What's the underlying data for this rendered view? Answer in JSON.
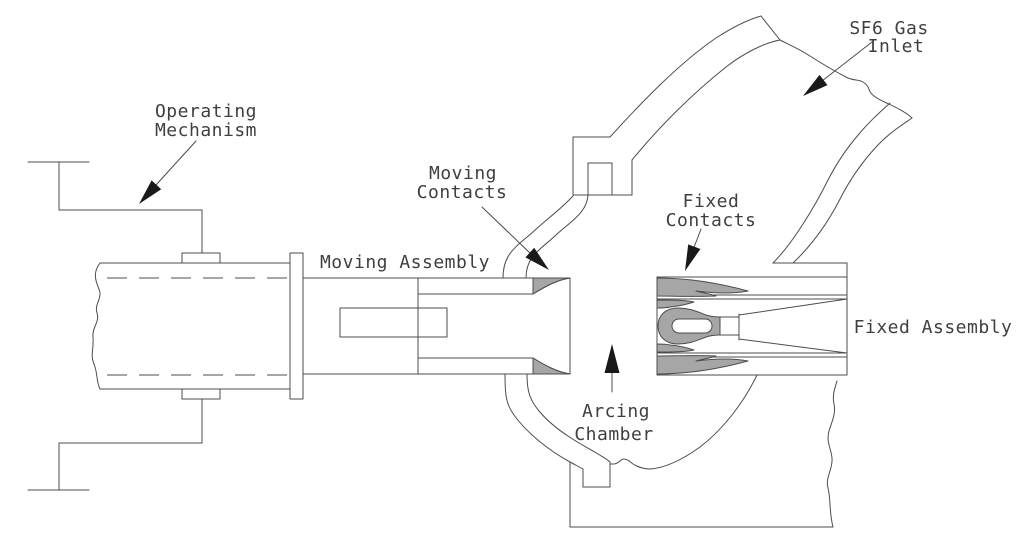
{
  "diagram": {
    "description": "Cross-section diagram of an SF6 gas circuit breaker interrupter",
    "colors": {
      "background": "#ffffff",
      "line": "#4d4d4d",
      "text": "#3f3f3f",
      "contact_fill": "#a6a6a6",
      "arrow_fill": "#1a1a1a"
    },
    "labels": {
      "operating_mechanism": {
        "line1": "Operating",
        "line2": "Mechanism"
      },
      "moving_assembly": "Moving Assembly",
      "moving_contacts": {
        "line1": "Moving",
        "line2": "Contacts"
      },
      "sf6_gas_inlet": {
        "line1": "SF6 Gas",
        "line2": "Inlet"
      },
      "fixed_contacts": {
        "line1": "Fixed",
        "line2": "Contacts"
      },
      "fixed_assembly": "Fixed Assembly",
      "arcing_chamber": {
        "line1": "Arcing",
        "line2": "Chamber"
      }
    }
  }
}
